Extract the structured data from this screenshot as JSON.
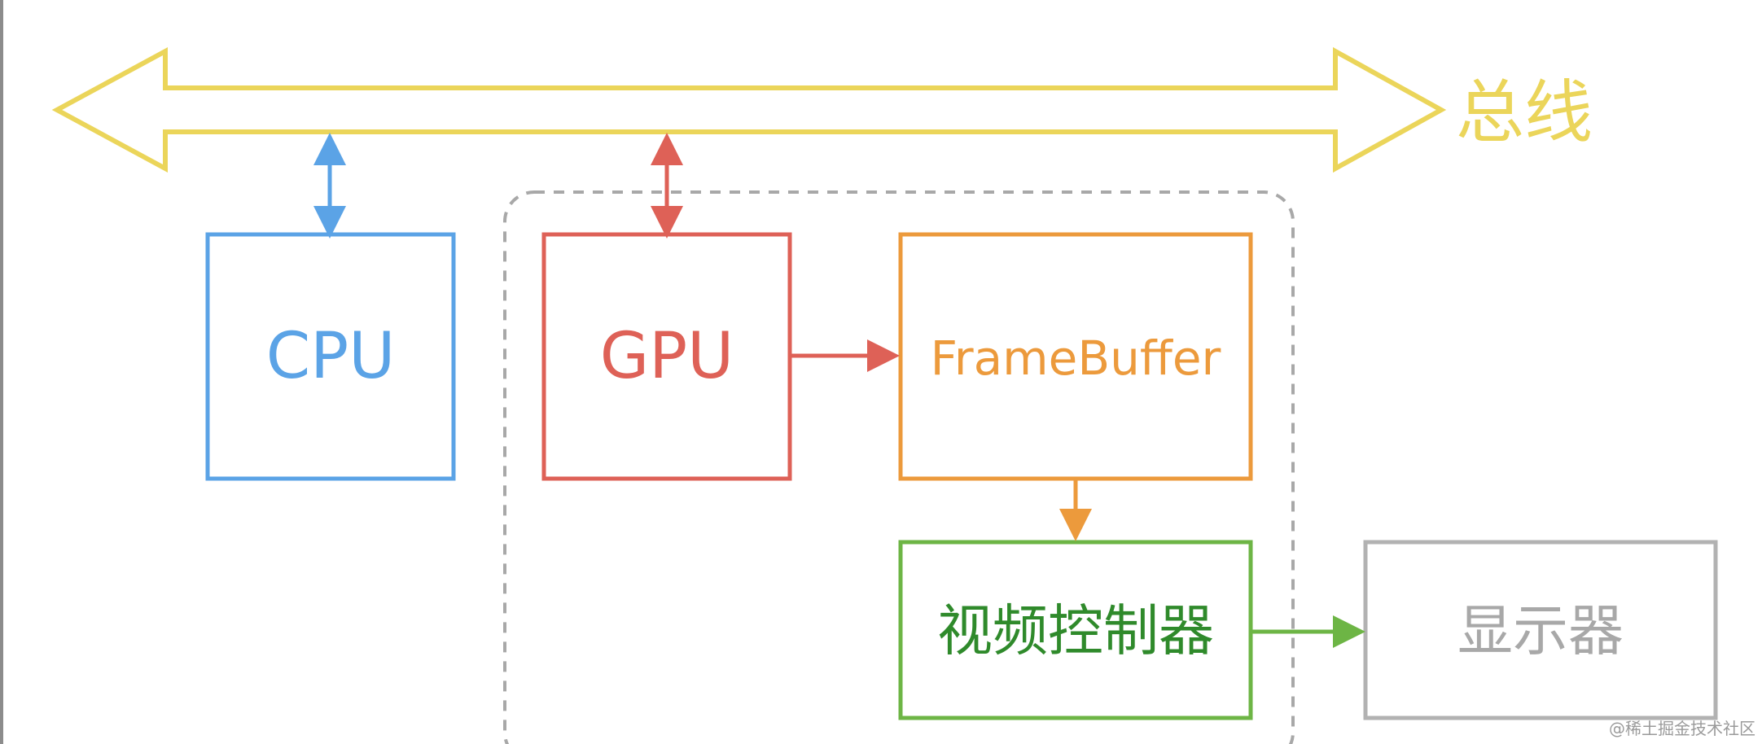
{
  "bus": {
    "label": "总线",
    "color": "#EBD55A"
  },
  "nodes": {
    "cpu": {
      "label": "CPU",
      "color": "#5BA3E6"
    },
    "gpu": {
      "label": "GPU",
      "color": "#DE6157"
    },
    "framebuffer": {
      "label": "FrameBuffer",
      "color": "#EC9A3C"
    },
    "video_controller": {
      "label": "视频控制器",
      "color": "#6DB545",
      "text_color": "#2F8A2B"
    },
    "display": {
      "label": "显示器",
      "color": "#B2B2B2",
      "text_color": "#A8A8A8"
    }
  },
  "group": {
    "color": "#A8A8A8",
    "style": "dashed"
  },
  "watermark": "@稀土掘金技术社区"
}
